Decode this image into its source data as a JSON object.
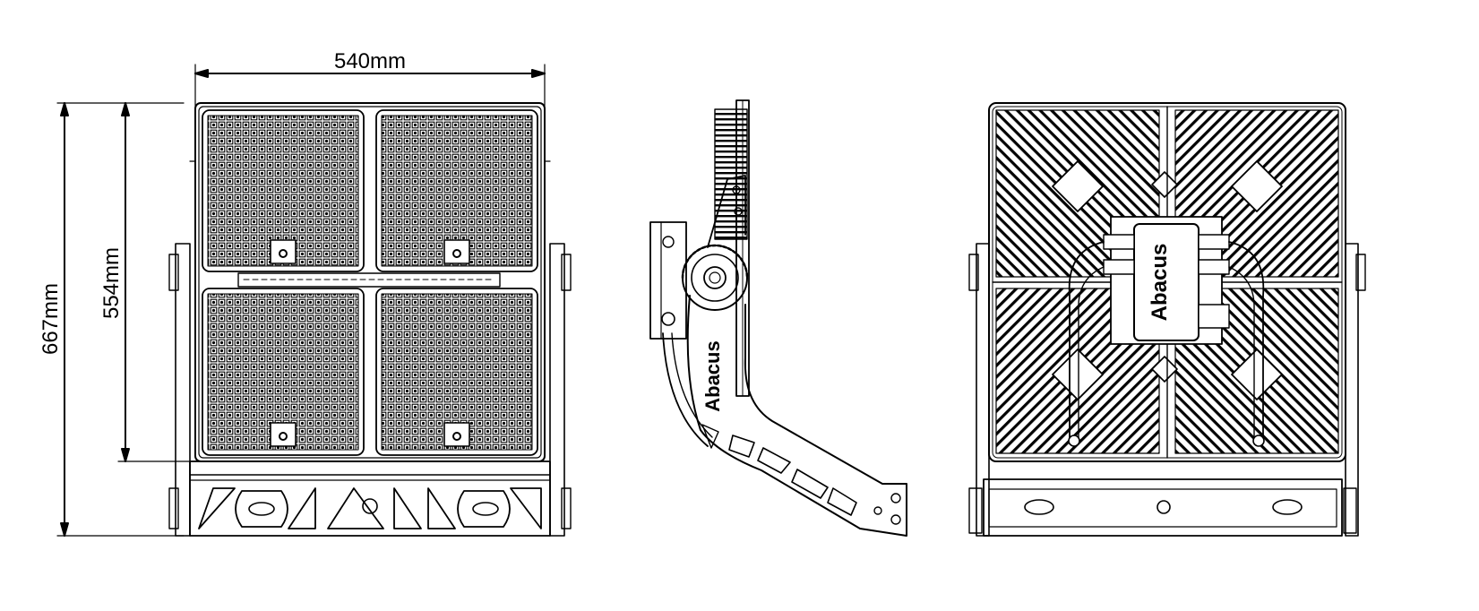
{
  "dimensions": {
    "width_label": "540mm",
    "overall_height_label": "667mm",
    "panel_height_label": "554mm"
  },
  "branding": {
    "side_logo": "Abacus",
    "rear_logo": "Abacus"
  },
  "colors": {
    "line": "#000000",
    "background": "#ffffff"
  }
}
